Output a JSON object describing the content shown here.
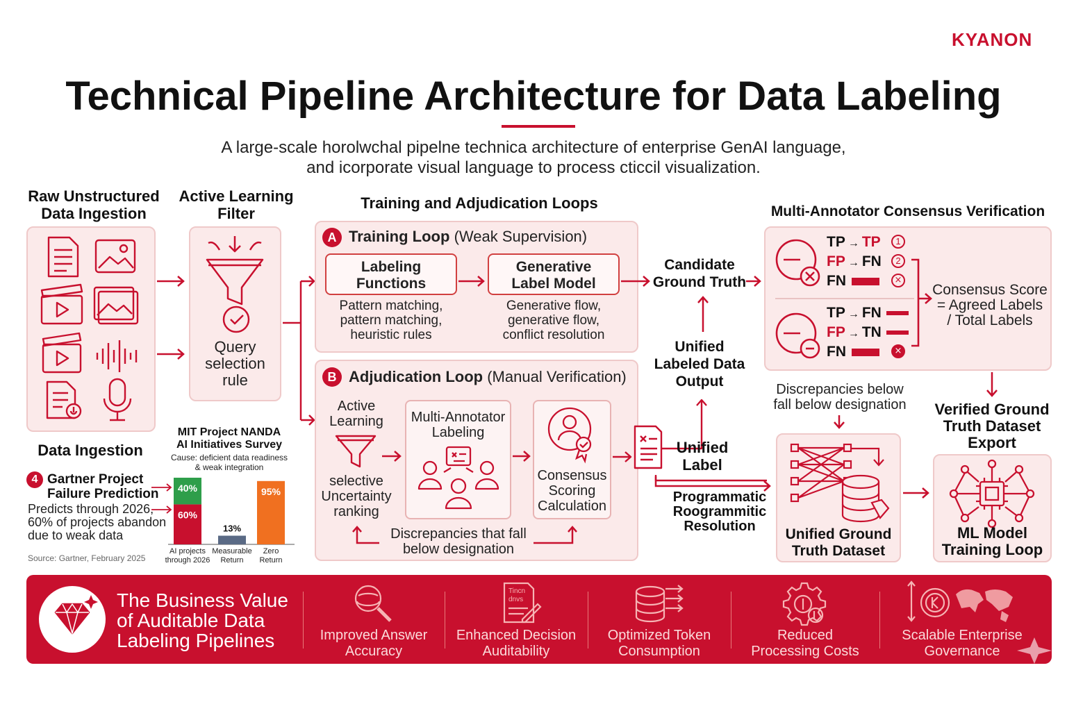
{
  "brand": {
    "logo": "KYANON"
  },
  "header": {
    "title": "Technical Pipeline Architecture for Data Labeling",
    "subtitle_line1": "A large-scale horolwchal pipelne technica architecture of enterprise GenAI language,",
    "subtitle_line2": "and icorporate visual language to process cticcil visualization."
  },
  "ingestion": {
    "title_line1": "Raw Unstructured",
    "title_line2": "Data Ingestion",
    "footer": "Data Ingestion"
  },
  "filter": {
    "title_line1": "Active Learning",
    "title_line2": "Filter",
    "label_line1": "Query",
    "label_line2": "selection",
    "label_line3": "rule"
  },
  "loops": {
    "title": "Training and Adjudication Loops",
    "training": {
      "badge": "A",
      "name": "Training Loop",
      "qualifier": "(Weak Supervision)",
      "box1_line1": "Labeling",
      "box1_line2": "Functions",
      "box1_desc1": "Pattern matching,",
      "box1_desc2": "pattern matching,",
      "box1_desc3": "heuristic rules",
      "box2_line1": "Generative",
      "box2_line2": "Label Model",
      "box2_desc1": "Generative flow,",
      "box2_desc2": "generative flow,",
      "box2_desc3": "conflict resolution"
    },
    "adjudication": {
      "badge": "B",
      "name": "Adjudication Loop",
      "qualifier": "(Manual Verification)",
      "col1_line1": "Active",
      "col1_line2": "Learning",
      "col1_line3": "selective",
      "col1_line4": "Uncertainty",
      "col1_line5": "ranking",
      "col2_line1": "Multi-Annotator",
      "col2_line2": "Labeling",
      "col3_line1": "Consensus",
      "col3_line2": "Scoring",
      "col3_line3": "Calculation",
      "footer_line1": "Discrepancies that fall",
      "footer_line2": "below designation"
    }
  },
  "middle": {
    "candidate_line1": "Candidate",
    "candidate_line2": "Ground Truth",
    "unified_output_line1": "Unified",
    "unified_output_line2": "Labeled Data",
    "unified_output_line3": "Output",
    "unified_label_line1": "Unified",
    "unified_label_line2": "Label",
    "programmatic_line1": "Programmatic",
    "programmatic_line2": "Roogrammitic",
    "programmatic_line3": "Resolution"
  },
  "consensus": {
    "title": "Multi-Annotator Consensus Verification",
    "group1": [
      {
        "a": "TP",
        "b": "TP",
        "mark": "1"
      },
      {
        "a": "FP",
        "b": "FN",
        "mark": "2"
      },
      {
        "a": "FN",
        "b": "",
        "mark": "x"
      }
    ],
    "group2": [
      {
        "a": "TP",
        "b": "FN",
        "mark": ""
      },
      {
        "a": "FP",
        "b": "TN",
        "mark": ""
      },
      {
        "a": "FN",
        "b": "",
        "mark": "x"
      }
    ],
    "score_line1": "Consensus Score",
    "score_line2": "= Agreed Labels",
    "score_line3": "/ Total Labels",
    "discrepancy_line1": "Discrepancies below",
    "discrepancy_line2": "fall below designation"
  },
  "dataset": {
    "name_line1": "Unified Ground",
    "name_line2": "Truth Dataset",
    "export_line1": "Verified Ground",
    "export_line2": "Truth Dataset",
    "export_line3": "Export",
    "ml_line1": "ML Model",
    "ml_line2": "Training Loop"
  },
  "gartner": {
    "badge": "4",
    "title_line1": "Gartner Project",
    "title_line2": "Failure Prediction",
    "desc_line1": "Predicts through 2026,",
    "desc_line2": "60% of projects abandon",
    "desc_line3": "due to weak data",
    "source": "Source: Gartner, February 2025"
  },
  "mit": {
    "title_line1": "MIT Project NANDA",
    "title_line2": "AI Initiatives Survey",
    "cause_line1": "Cause: deficient data readiness",
    "cause_line2": "& weak integration"
  },
  "chart_data": {
    "type": "bar",
    "categories": [
      "AI projects through 2026",
      "Measurable Return",
      "Zero Return"
    ],
    "cat_line1": [
      "AI projects",
      "Measurable",
      "Zero"
    ],
    "cat_line2": [
      "through 2026",
      "Return",
      "Return"
    ],
    "segments": [
      {
        "category": "AI projects through 2026",
        "value": 40,
        "label": "40%",
        "color": "#2e9e4a"
      },
      {
        "category": "AI projects through 2026",
        "value": 60,
        "label": "60%",
        "color": "#c8102e"
      },
      {
        "category": "Measurable Return",
        "value": 13,
        "label": "13%",
        "color": "#5a6a85"
      },
      {
        "category": "Zero Return",
        "value": 95,
        "label": "95%",
        "color": "#f07020"
      }
    ],
    "ylim": [
      0,
      100
    ]
  },
  "banner": {
    "title_line1": "The Business Value",
    "title_line2": "of Auditable Data",
    "title_line3": "Labeling Pipelines",
    "items": [
      {
        "line1": "Improved Answer",
        "line2": "Accuracy"
      },
      {
        "line1": "Enhanced Decision",
        "line2": "Auditability"
      },
      {
        "line1": "Optimized Token",
        "line2": "Consumption"
      },
      {
        "line1": "Reduced",
        "line2": "Processing Costs"
      },
      {
        "line1": "Scalable Enterprise",
        "line2": "Governance"
      }
    ],
    "doc_icon_text_line1": "Tincn",
    "doc_icon_text_line2": "dnvs"
  },
  "colors": {
    "accent": "#c8102e",
    "panel": "#fbeaea",
    "border": "#efc9c9"
  }
}
